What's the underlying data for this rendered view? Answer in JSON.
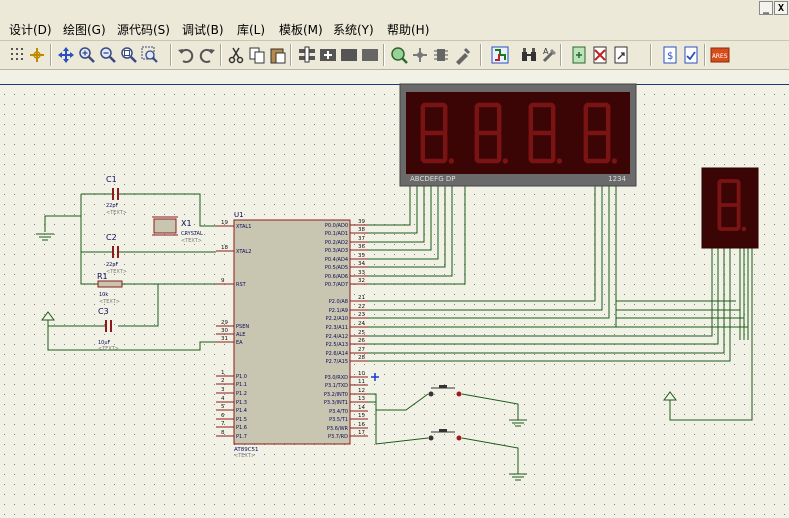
{
  "menu": [
    {
      "label": "设计(D)"
    },
    {
      "label": "绘图(G)"
    },
    {
      "label": "源代码(S)"
    },
    {
      "label": "调试(B)"
    },
    {
      "label": "库(L)"
    },
    {
      "label": "模板(M)"
    },
    {
      "label": "系统(Y)"
    },
    {
      "label": "帮助(H)"
    }
  ],
  "window_controls": {
    "minimize": "_",
    "close": "X"
  },
  "toolbar": [
    "grid-icon",
    "origin-icon",
    "pan-icon",
    "zoom-in-icon",
    "zoom-out-icon",
    "zoom-all-icon",
    "zoom-area-icon",
    "undo-icon",
    "redo-icon",
    "cut-icon",
    "copy-icon",
    "paste-icon",
    "block-copy-icon",
    "block-move-icon",
    "block-rotate-icon",
    "block-delete-icon",
    "pick-device-icon",
    "make-device-icon",
    "package-tool-icon",
    "decompose-icon",
    "wire-autorouter-icon",
    "search-tag-icon",
    "property-tool-icon",
    "new-sheet-icon",
    "remove-sheet-icon",
    "goto-sheet-icon",
    "bom-icon",
    "erc-icon",
    "netlist-ares-icon"
  ],
  "colors": {
    "canvas": "#f2f1e6",
    "grid_dot": "#7f7f7f",
    "component_body": "#c8c5b0",
    "outline": "#8c1a1a",
    "wire": "#1a5c1a",
    "label": "#0a0a5a",
    "pin_number": "#111111",
    "display_bg": "#3b0505",
    "segment_off": "#7a1313"
  },
  "schematic": {
    "c1": {
      "ref": "C1",
      "value": "22pF",
      "text": "<TEXT>"
    },
    "c2": {
      "ref": "C2",
      "value": "22pF",
      "text": "<TEXT>"
    },
    "x1": {
      "ref": "X1",
      "value": "CRYSTAL",
      "text": "<TEXT>"
    },
    "r1": {
      "ref": "R1",
      "value": "10k",
      "text": "<TEXT>"
    },
    "c3": {
      "ref": "C3",
      "value": "10uF",
      "text": "<TEXT>"
    },
    "u1": {
      "ref": "U1",
      "part": "AT89C51",
      "text": "<TEXT>",
      "left_pins": [
        {
          "num": "19",
          "name": "XTAL1"
        },
        {
          "num": "18",
          "name": "XTAL2"
        },
        {
          "num": "9",
          "name": "RST"
        },
        {
          "num": "29",
          "name": "PSEN"
        },
        {
          "num": "30",
          "name": "ALE"
        },
        {
          "num": "31",
          "name": "EA"
        },
        {
          "num": "1",
          "name": "P1.0"
        },
        {
          "num": "2",
          "name": "P1.1"
        },
        {
          "num": "3",
          "name": "P1.2"
        },
        {
          "num": "4",
          "name": "P1.3"
        },
        {
          "num": "5",
          "name": "P1.4"
        },
        {
          "num": "6",
          "name": "P1.5"
        },
        {
          "num": "7",
          "name": "P1.6"
        },
        {
          "num": "8",
          "name": "P1.7"
        }
      ],
      "right_pins": [
        {
          "num": "39",
          "name": "P0.0/AD0"
        },
        {
          "num": "38",
          "name": "P0.1/AD1"
        },
        {
          "num": "37",
          "name": "P0.2/AD2"
        },
        {
          "num": "36",
          "name": "P0.3/AD3"
        },
        {
          "num": "35",
          "name": "P0.4/AD4"
        },
        {
          "num": "34",
          "name": "P0.5/AD5"
        },
        {
          "num": "33",
          "name": "P0.6/AD6"
        },
        {
          "num": "32",
          "name": "P0.7/AD7"
        },
        {
          "num": "21",
          "name": "P2.0/A8"
        },
        {
          "num": "22",
          "name": "P2.1/A9"
        },
        {
          "num": "23",
          "name": "P2.2/A10"
        },
        {
          "num": "24",
          "name": "P2.3/A11"
        },
        {
          "num": "25",
          "name": "P2.4/A12"
        },
        {
          "num": "26",
          "name": "P2.5/A13"
        },
        {
          "num": "27",
          "name": "P2.6/A14"
        },
        {
          "num": "28",
          "name": "P2.7/A15"
        },
        {
          "num": "10",
          "name": "P3.0/RXD"
        },
        {
          "num": "11",
          "name": "P3.1/TXD"
        },
        {
          "num": "12",
          "name": "P3.2/INT0"
        },
        {
          "num": "13",
          "name": "P3.3/INT1"
        },
        {
          "num": "14",
          "name": "P3.4/T0"
        },
        {
          "num": "15",
          "name": "P3.5/T1"
        },
        {
          "num": "16",
          "name": "P3.6/WR"
        },
        {
          "num": "17",
          "name": "P3.7/RD"
        }
      ]
    },
    "display4": {
      "segment_labels": "ABCDEFG  DP",
      "digit_labels": "1234"
    }
  }
}
